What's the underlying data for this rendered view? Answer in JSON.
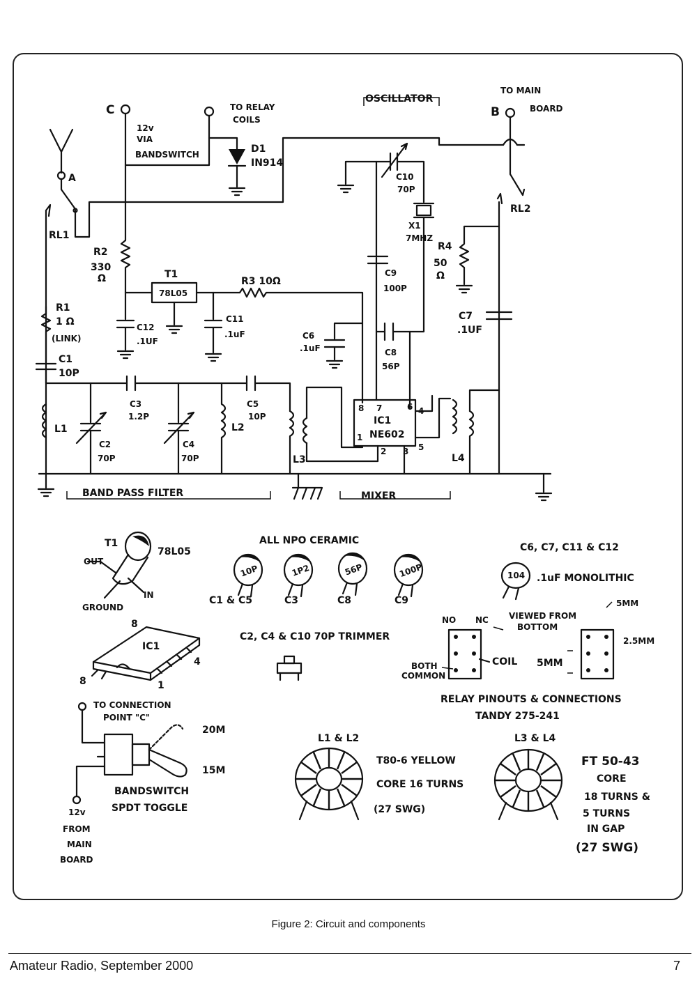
{
  "schematic": {
    "points": {
      "c": "C",
      "a": "A",
      "b": "B"
    },
    "supply": [
      "12v",
      "VIA",
      "BANDSWITCH"
    ],
    "relay_coils": [
      "TO RELAY",
      "COILS"
    ],
    "main_board": [
      "TO MAIN",
      "BOARD"
    ],
    "oscillator": "OSCILLATOR",
    "d1": [
      "D1",
      "IN914"
    ],
    "rl1": "RL1",
    "rl2": "RL2",
    "r2": [
      "R2",
      "330",
      "Ω"
    ],
    "t1": "T1",
    "reg": "78L05",
    "r3": "R3 10Ω",
    "r1": [
      "R1",
      "1 Ω",
      "(LINK)"
    ],
    "c1": [
      "C1",
      "10P"
    ],
    "c12": [
      "C12",
      ".1UF"
    ],
    "c11": [
      "C11",
      ".1uF"
    ],
    "c10": [
      "C10",
      "70P"
    ],
    "x1": [
      "X1",
      "7MHZ"
    ],
    "r4": [
      "R4",
      "50",
      "Ω"
    ],
    "c9": [
      "C9",
      "100P"
    ],
    "c7": [
      "C7",
      ".1UF"
    ],
    "c6": [
      "C6",
      ".1uF"
    ],
    "c8": [
      "C8",
      "56P"
    ],
    "c3": [
      "C3",
      "1.2P"
    ],
    "c5": [
      "C5",
      "10P"
    ],
    "l1": "L1",
    "c2": [
      "C2",
      "70P"
    ],
    "c4": [
      "C4",
      "70P"
    ],
    "l2": "L2",
    "l3": "L3",
    "l4": "L4",
    "ic1": "IC1",
    "ne602": "NE602",
    "pins": {
      "p8": "8",
      "p7": "7",
      "p6": "6",
      "p4": "4",
      "p1": "1",
      "p2": "2",
      "p3": "3",
      "p5": "5"
    },
    "band_pass": "BAND PASS FILTER",
    "mixer": "MIXER"
  },
  "components": {
    "t1_label": "T1",
    "t1_type": "78L05",
    "out": "OUT",
    "ground": "GROUND",
    "in": "IN",
    "npo_title": "ALL NPO CERAMIC",
    "caps": [
      {
        "marking": "10P",
        "label": "C1 & C5"
      },
      {
        "marking": "1P2",
        "label": "C3"
      },
      {
        "marking": "56P",
        "label": "C8"
      },
      {
        "marking": "100P",
        "label": "C9"
      }
    ],
    "mono_title": "C6, C7, C11 & C12",
    "mono_marking": "104",
    "mono_text": ".1uF MONOLITHIC",
    "ic_label": "IC1",
    "ic_pin8_top": "8",
    "ic_pin4": "4",
    "ic_pin8": "8",
    "ic_pin1": "1",
    "trimmer_text": "C2, C4 & C10 70P TRIMMER",
    "relay": {
      "no": "NO",
      "nc": "NC",
      "viewed": [
        "VIEWED FROM",
        "BOTTOM"
      ],
      "coil": "COIL",
      "both_common": [
        "BOTH",
        "COMMON"
      ],
      "dim_5mm_top": "5MM",
      "dim_25mm": "2.5MM",
      "dim_5mm": "5MM",
      "pinouts": "RELAY PINOUTS & CONNECTIONS",
      "tandy": "TANDY   275-241"
    },
    "switch": {
      "to_c": [
        "TO CONNECTION",
        "POINT \"C\""
      ],
      "m20": "20M",
      "m15": "15M",
      "band": [
        "BANDSWITCH",
        "SPDT TOGGLE"
      ],
      "from": [
        "12v",
        "FROM",
        "MAIN",
        "BOARD"
      ]
    },
    "toroid1": {
      "title": "L1 & L2",
      "text": [
        "T80-6 YELLOW",
        "CORE 16 TURNS",
        "(27 SWG)"
      ]
    },
    "toroid2": {
      "title": "L3 & L4",
      "text": [
        "FT 50-43",
        "CORE",
        "18 TURNS &",
        "5 TURNS",
        "IN GAP",
        "(27 SWG)"
      ]
    }
  },
  "caption": "Figure 2: Circuit and components",
  "footer": {
    "left": "Amateur Radio, September 2000",
    "right": "7"
  }
}
